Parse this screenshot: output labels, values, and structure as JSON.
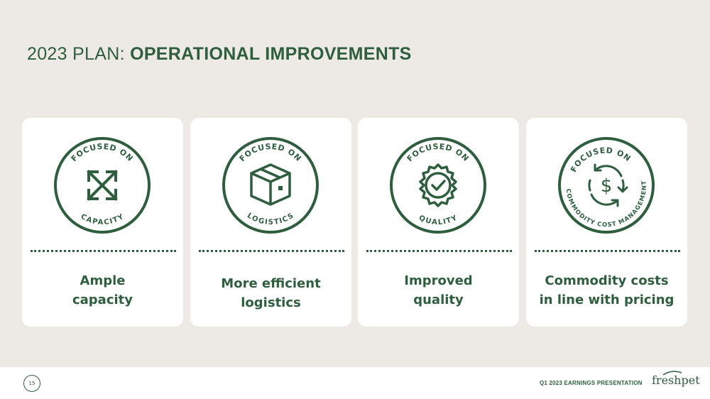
{
  "slide": {
    "title_prefix": "2023 PLAN:",
    "title_main": "OPERATIONAL IMPROVEMENTS",
    "page_number": "15",
    "footer": "Q1 2023 EARNINGS PRESENTATION",
    "logo_text": "freshpet"
  },
  "colors": {
    "accent": "#2e5e3d",
    "background": "#ede9e4",
    "card": "#ffffff"
  },
  "cards": [
    {
      "badge_top": "FOCUSED ON",
      "badge_bottom": "CAPACITY",
      "icon": "expand-arrows-icon",
      "line1": "Ample",
      "line2": "capacity"
    },
    {
      "badge_top": "FOCUSED ON",
      "badge_bottom": "LOGISTICS",
      "icon": "box-icon",
      "line1": "More efficient",
      "line2": "logistics"
    },
    {
      "badge_top": "FOCUSED ON",
      "badge_bottom": "QUALITY",
      "icon": "quality-seal-icon",
      "line1": "Improved",
      "line2": "quality"
    },
    {
      "badge_top": "FOCUSED ON",
      "badge_bottom": "COMMODITY COST MANAGEMENT",
      "icon": "dollar-cycle-icon",
      "line1": "Commodity costs",
      "line2": "in line with pricing"
    }
  ]
}
